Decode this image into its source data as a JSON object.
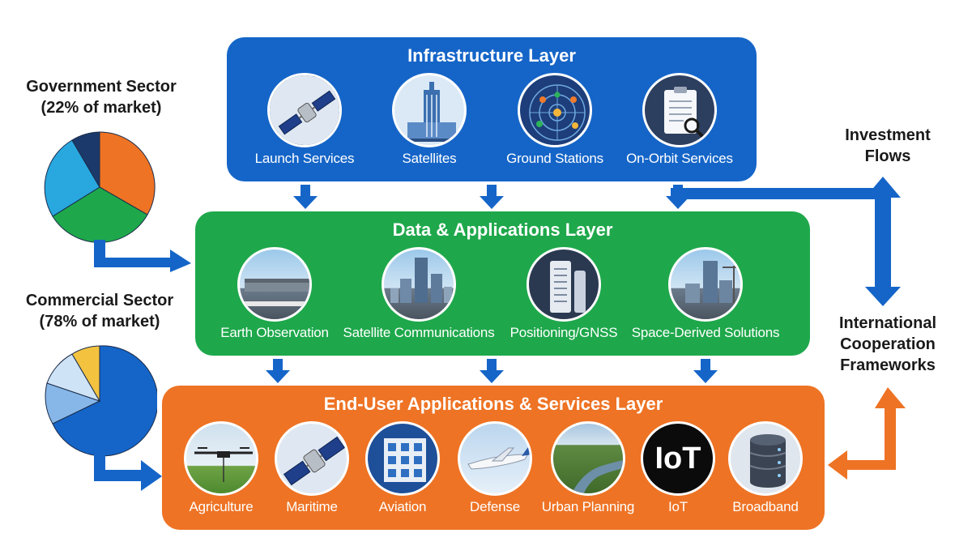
{
  "layers": {
    "infrastructure": {
      "title": "Infrastructure Layer",
      "items": [
        {
          "label": "Launch Services",
          "icon": "satellite-icon"
        },
        {
          "label": "Satellites",
          "icon": "building-icon"
        },
        {
          "label": "Ground Stations",
          "icon": "network-radar-icon"
        },
        {
          "label": "On-Orbit Services",
          "icon": "clipboard-magnifier-icon"
        }
      ]
    },
    "data": {
      "title": "Data & Applications Layer",
      "items": [
        {
          "label": "Earth Observation",
          "icon": "airport-photo-icon"
        },
        {
          "label": "Satellite Communications",
          "icon": "skyscraper-photo-icon"
        },
        {
          "label": "Positioning/GNSS",
          "icon": "server-rack-icon"
        },
        {
          "label": "Space-Derived Solutions",
          "icon": "city-photo-icon"
        }
      ]
    },
    "enduser": {
      "title": "End-User Applications & Services Layer",
      "items": [
        {
          "label": "Agriculture",
          "icon": "drone-icon"
        },
        {
          "label": "Maritime",
          "icon": "satellite-icon"
        },
        {
          "label": "Aviation",
          "icon": "building-grid-icon"
        },
        {
          "label": "Defense",
          "icon": "airplane-icon"
        },
        {
          "label": "Urban Planning",
          "icon": "river-landscape-icon"
        },
        {
          "label": "IoT",
          "icon": "iot-text-icon",
          "icon_text": "IoT"
        },
        {
          "label": "Broadband",
          "icon": "database-icon"
        }
      ]
    }
  },
  "sectors": {
    "government": {
      "title_line1": "Government Sector",
      "title_line2": "(22% of market)"
    },
    "commercial": {
      "title_line1": "Commercial Sector",
      "title_line2": "(78% of market)"
    }
  },
  "side_labels": {
    "investment_line1": "Investment",
    "investment_line2": "Flows",
    "intl_line1": "International",
    "intl_line2": "Cooperation",
    "intl_line3": "Frameworks"
  },
  "colors": {
    "blue": "#1565c8",
    "green": "#1ea84b",
    "orange": "#ee7324",
    "arrow_blue": "#1565c8",
    "arrow_orange": "#ee7324"
  }
}
